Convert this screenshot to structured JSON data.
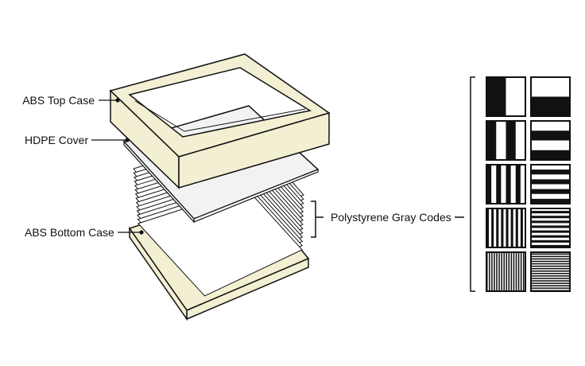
{
  "labels": {
    "top_case": "ABS Top Case",
    "cover": "HDPE Cover",
    "bottom_case": "ABS Bottom Case",
    "gray_codes": "Polystyrene Gray Codes"
  },
  "colors": {
    "case_fill": "#f3efd3",
    "sheet_fill": "#ffffff",
    "cover_fill": "#f2f2f2",
    "stroke": "#111111"
  },
  "gray_code_panel": {
    "rows": 5,
    "columns": [
      "vertical-stripes",
      "horizontal-stripes"
    ],
    "stripe_counts": [
      2,
      4,
      8,
      16,
      32
    ]
  }
}
